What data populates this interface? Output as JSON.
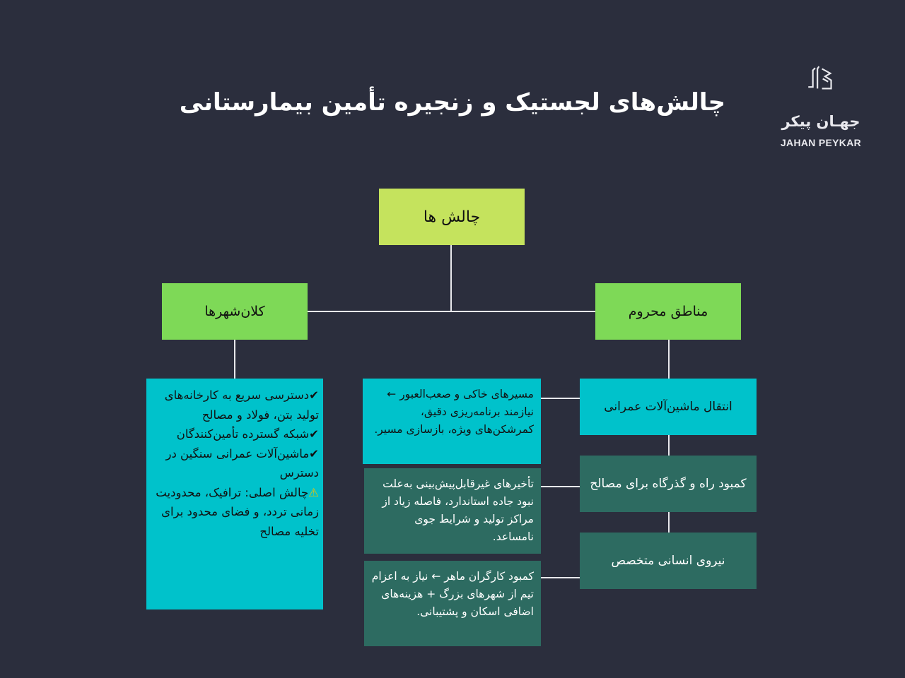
{
  "title": "چالش‌های لجستیک و زنجیره تأمین بیمارستانی",
  "logo": {
    "name_fa": "جهـان پیکر",
    "name_en": "JAHAN PEYKAR",
    "icon": "jp-logo-icon"
  },
  "colors": {
    "background": "#2b2e3d",
    "root": "#c5e35d",
    "branch": "#7ed957",
    "cyan": "#00c2cb",
    "teal": "#2d6b61"
  },
  "root": {
    "label": "چالش ها"
  },
  "branches": {
    "megacities": {
      "label": "کلان‌شهرها",
      "items": [
        {
          "icon": "check-icon",
          "mark": "✔",
          "text": "دسترسی سریع به کارخانه‌های تولید بتن، فولاد و مصالح"
        },
        {
          "icon": "check-icon",
          "mark": "✔",
          "text": "شبکه گسترده تأمین‌کنندگان"
        },
        {
          "icon": "check-icon",
          "mark": "✔",
          "text": "ماشین‌آلات عمرانی سنگین در دسترس"
        },
        {
          "icon": "warning-icon",
          "mark": "⚠",
          "text": "چالش اصلی: ترافیک، محدودیت زمانی تردد، و فضای محدود برای تخلیه مصالح"
        }
      ]
    },
    "deprived": {
      "label": "مناطق محروم",
      "nodes": [
        {
          "label": "انتقال ماشین‌آلات عمرانی",
          "desc": "مسیرهای خاکی و صعب‌العبور ← نیازمند برنامه‌ریزی دقیق، کمرشکن‌های ویژه، بازسازی مسیر."
        },
        {
          "label": "کمبود راه و گذرگاه برای مصالح",
          "desc": "تأخیرهای غیرقابل‌پیش‌بینی به‌علت نبود جاده استاندارد، فاصله زیاد از مراکز تولید و شرایط جوی نامساعد."
        },
        {
          "label": "نیروی انسانی متخصص",
          "desc": "کمبود کارگران ماهر ← نیاز به اعزام تیم از شهرهای بزرگ + هزینه‌های اضافی اسکان و پشتیبانی."
        }
      ]
    }
  }
}
